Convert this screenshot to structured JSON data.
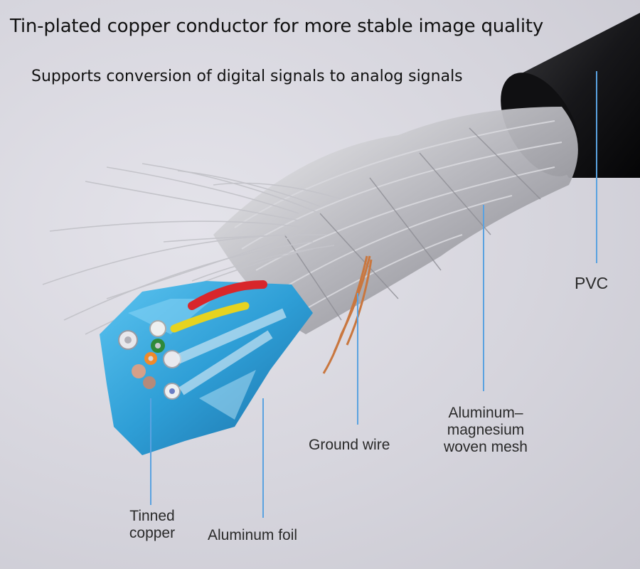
{
  "headline": "Tin-plated copper conductor for more stable image quality",
  "subheadline": "Supports conversion of digital signals to analog signals",
  "labels": {
    "pvc": "PVC",
    "mesh_line1": "Aluminum–",
    "mesh_line2": "magnesium",
    "mesh_line3": "woven mesh",
    "ground": "Ground wire",
    "foil": "Aluminum foil",
    "copper_line1": "Tinned",
    "copper_line2": "copper"
  },
  "colors": {
    "callout_line": "#5aa2e0",
    "foil_blue": "#2e9ed6",
    "jacket": "#1c1c1e"
  }
}
